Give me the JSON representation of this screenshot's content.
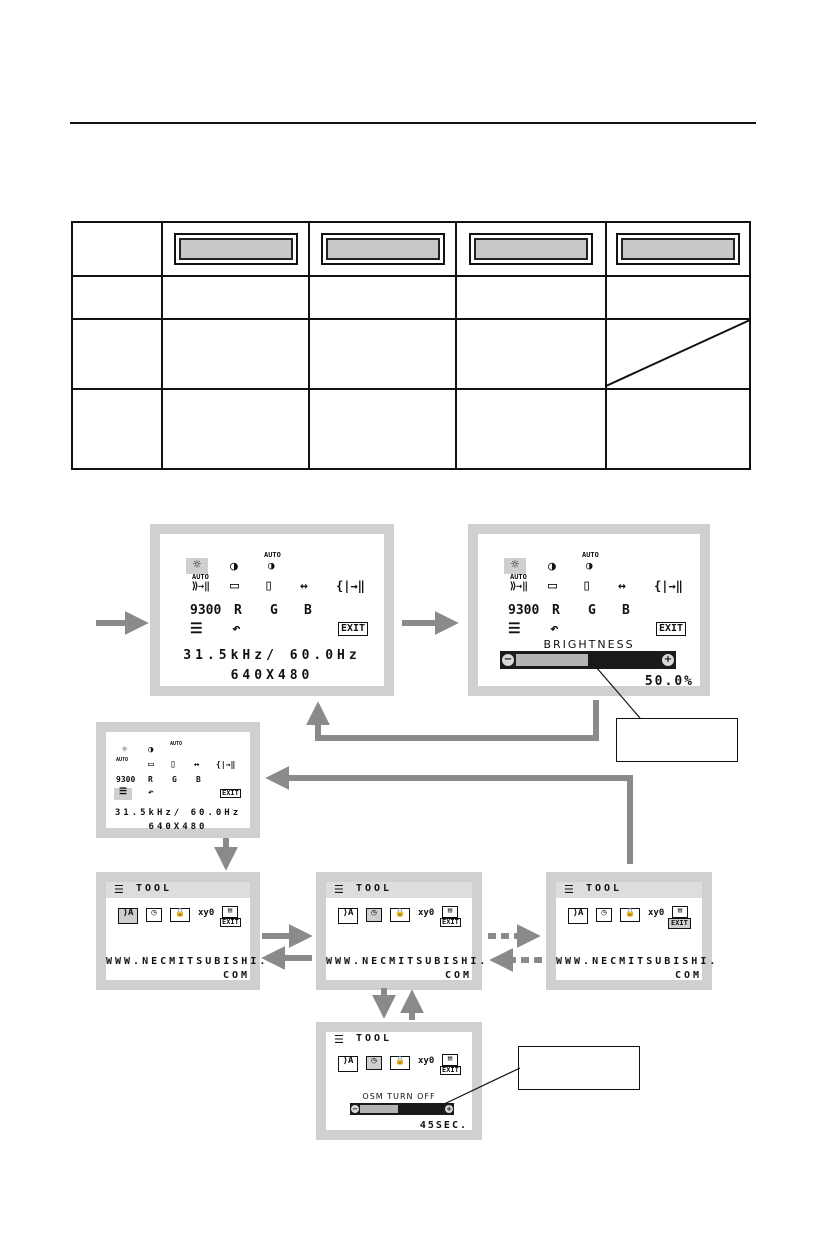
{
  "table": {
    "rows": 4,
    "cols": 5
  },
  "osd_main": {
    "icons_row1": [
      "☼",
      "◑",
      "AUTO"
    ],
    "icons_row2": [
      "AUTO",
      "▭",
      "▯",
      "↔",
      "⦚"
    ],
    "row3": [
      "9300",
      "R",
      "G",
      "B"
    ],
    "exit_label": "EXIT",
    "freq": "31.5kHz/ 60.0Hz",
    "resolution": "640X480"
  },
  "osd_brightness": {
    "label": "BRIGHTNESS",
    "value": "50.0%",
    "level": 0.5
  },
  "osd_tool": {
    "title": "TOOL",
    "url_line1": "WWW.NECMITSUBISHI.",
    "url_line2": "COM",
    "exit_label": "EXIT"
  },
  "osd_turnoff": {
    "label": "OSM TURN OFF",
    "value": "45SEC.",
    "level": 0.45
  },
  "colors": {
    "arrow": "#8a8a8a",
    "frame": "#d0d0d0",
    "bar": "#1a1a1a"
  }
}
